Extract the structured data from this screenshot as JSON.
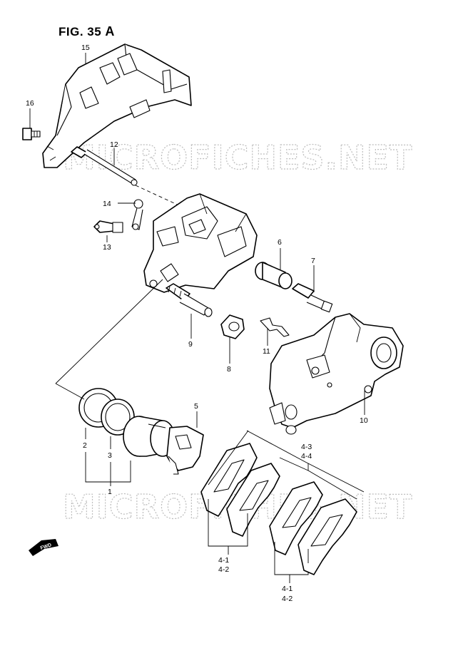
{
  "figure": {
    "title": "FIG. 35",
    "suffix": "A"
  },
  "watermark": {
    "top": "MICROFICHES.NET",
    "bottom": "MICROFICHES.NET"
  },
  "fwd": "FWD",
  "labels": {
    "p15": "15",
    "p16": "16",
    "p12": "12",
    "p14": "14",
    "p13": "13",
    "p6": "6",
    "p7": "7",
    "p9": "9",
    "p8": "8",
    "p11": "11",
    "p10": "10",
    "p5": "5",
    "p2": "2",
    "p3": "3",
    "p1": "1",
    "p4_3": "4-3",
    "p4_4": "4-4",
    "p4_1a": "4-1",
    "p4_2a": "4-2",
    "p4_1b": "4-1",
    "p4_2b": "4-2"
  }
}
